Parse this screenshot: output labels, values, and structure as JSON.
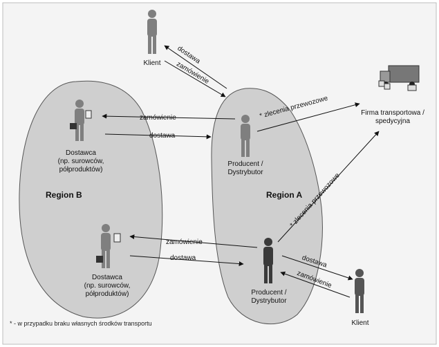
{
  "regions": {
    "b_label": "Region B",
    "a_label": "Region A"
  },
  "nodes": {
    "klient_top": "Klient",
    "klient_bottom": "Klient",
    "firma": [
      "Firma transportowa /",
      "spedycyjna"
    ],
    "producent_top": [
      "Producent /",
      "Dystrybutor"
    ],
    "producent_bottom": [
      "Producent /",
      "Dystrybutor"
    ],
    "dostawca_top": [
      "Dostawca",
      "(np. surowców,",
      "półproduktów)"
    ],
    "dostawca_bottom": [
      "Dostawca",
      "(np. surowców,",
      "półproduktów)"
    ]
  },
  "edges": {
    "klient_top_dostawa": "dostawa",
    "klient_top_zamowienie": "zamówienie",
    "top_zamowienie": "zamówienie",
    "top_dostawa": "dostawa",
    "zlecenia_top": "* zlecenia przewozowe",
    "zlecenia_bottom": "* zlecenia przewozowe",
    "bottom_zamowienie": "zamówienie",
    "bottom_dostawa": "dostawa",
    "klient_bottom_dostawa": "dostawa",
    "klient_bottom_zamowienie": "zamówienie"
  },
  "footnote": "* - w przypadku braku własnych środków transportu",
  "colors": {
    "background": "#f4f4f4",
    "region_fill": "#cfcfcf",
    "region_stroke": "#555555",
    "person": "#7f7f7f",
    "person_dark": "#3a3a3a"
  }
}
